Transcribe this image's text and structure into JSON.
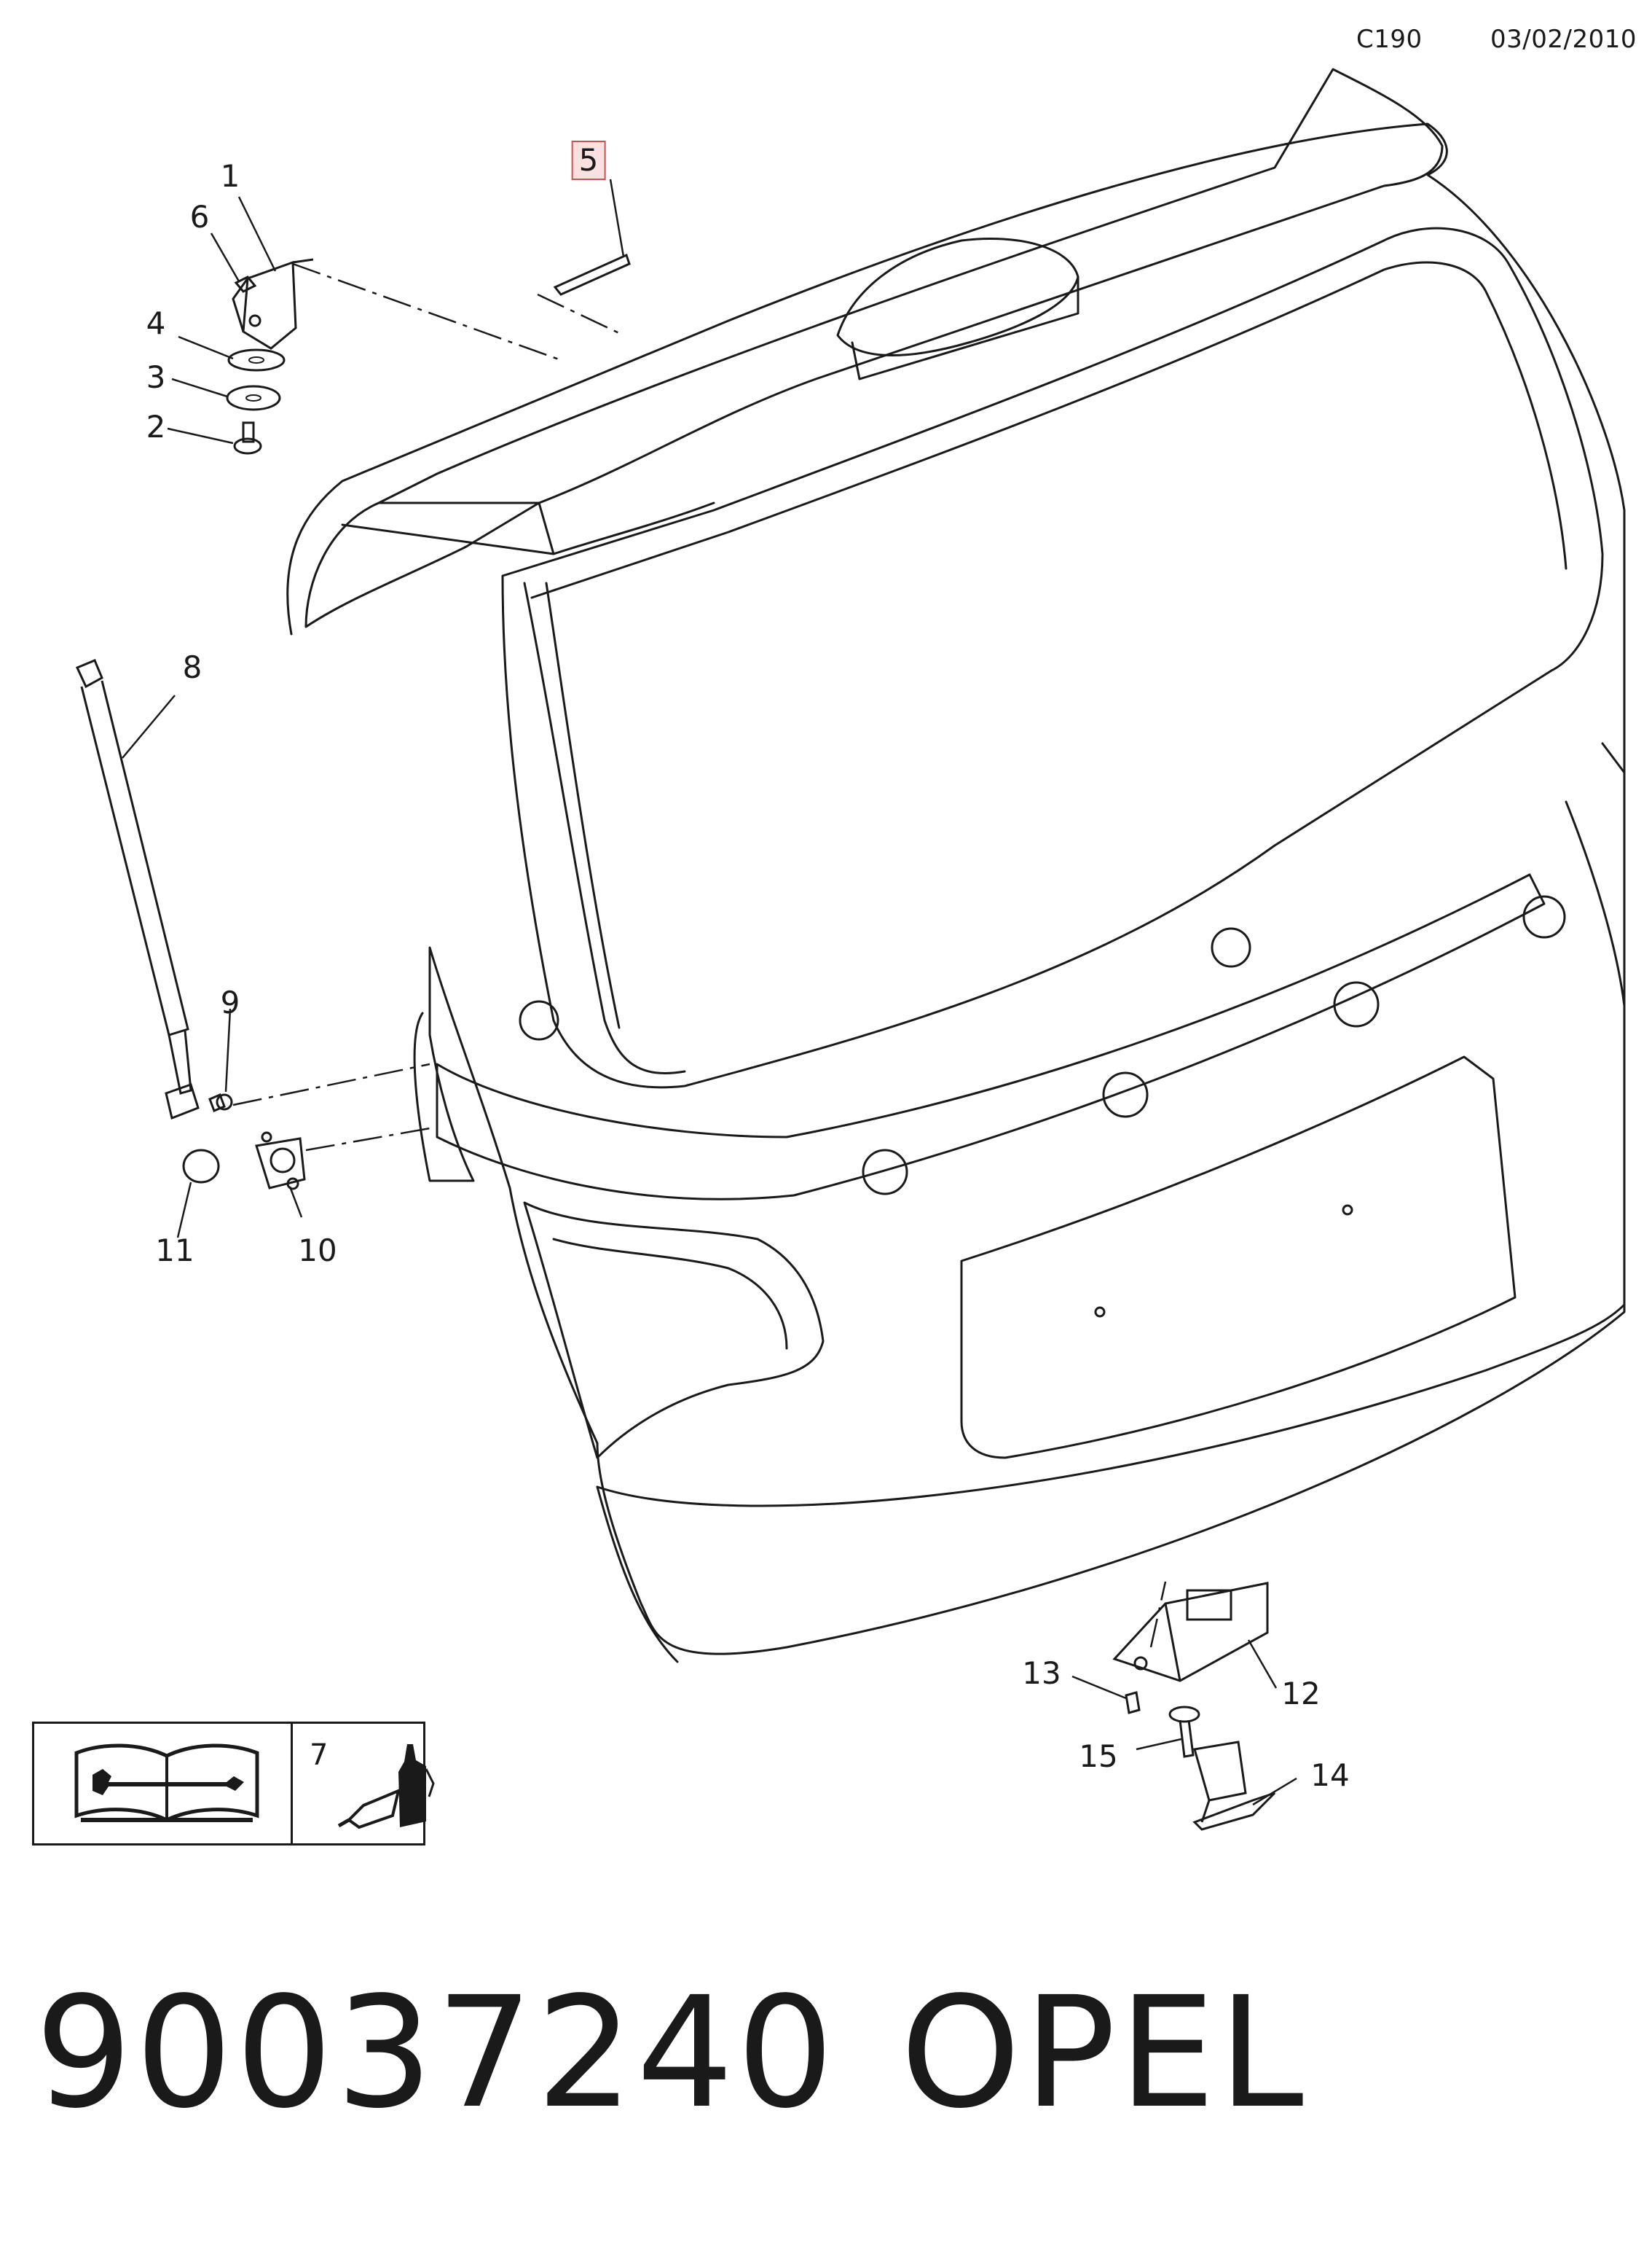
{
  "header": {
    "code": "C190",
    "date": "03/02/2010"
  },
  "callouts": {
    "c1": "1",
    "c2": "2",
    "c3": "3",
    "c4": "4",
    "c5": "5",
    "c6": "6",
    "c8": "8",
    "c9": "9",
    "c10": "10",
    "c11": "11",
    "c12": "12",
    "c13": "13",
    "c14": "14",
    "c15": "15"
  },
  "legend": {
    "num": "7",
    "book_icon": "service-manual-book-icon",
    "glue_icon": "adhesive-bottle-icon"
  },
  "footer": {
    "part_number": "90037240",
    "brand": "OPEL"
  },
  "colors": {
    "line": "#1a1a1a",
    "highlight_border": "#d05050",
    "highlight_fill": "#fbe0e0"
  }
}
